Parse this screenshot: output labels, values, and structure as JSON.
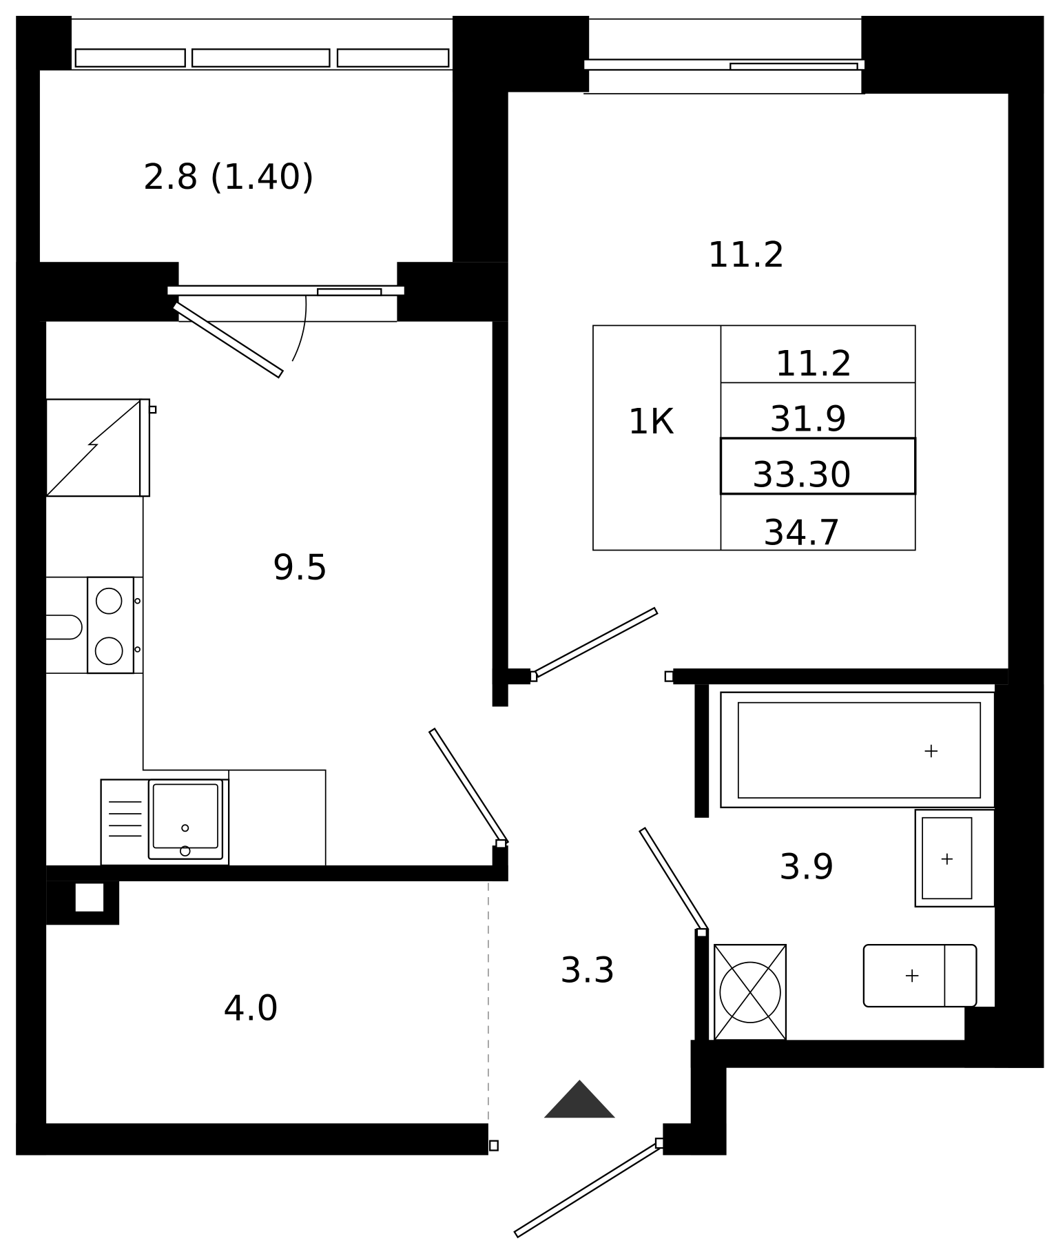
{
  "plan": {
    "rooms": {
      "balcony": "2.8 (1.40)",
      "living_room": "11.2",
      "kitchen": "9.5",
      "storage": "4.0",
      "hallway": "3.3",
      "bathroom": "3.9"
    },
    "summary": {
      "apartment_type": "1К",
      "living_area": "11.2",
      "total_area_without_balcony": "31.9",
      "total_area_with_balcony_coef": "33.30",
      "total_area_with_balcony": "34.7"
    },
    "entrance_marker": "entrance-arrow-icon",
    "colors": {
      "walls": "#000000",
      "background": "#ffffff",
      "entrance_marker": "#333333"
    }
  }
}
